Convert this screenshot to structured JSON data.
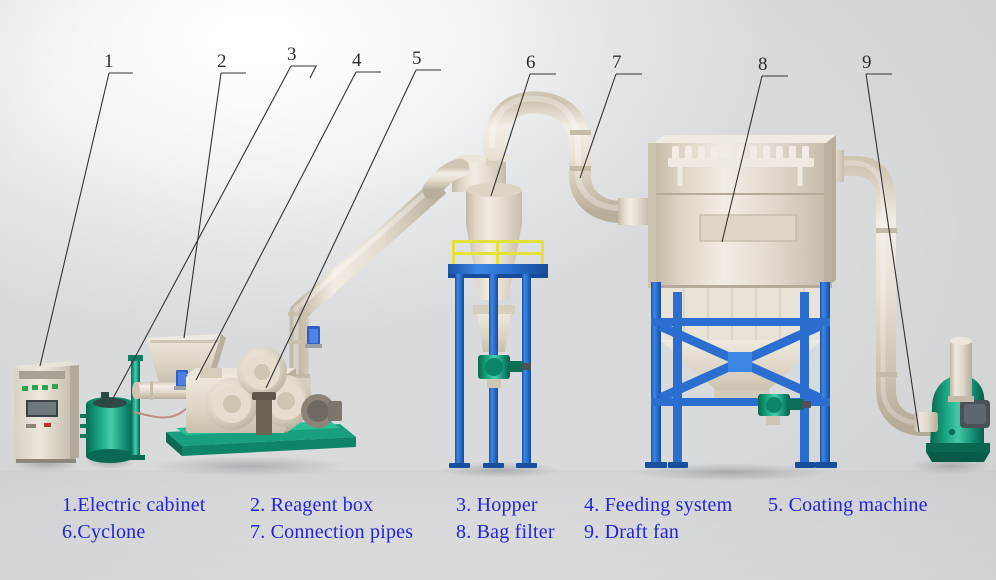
{
  "scene": {
    "title": "Coating machine production line flow diagram",
    "background_color": "#e6e7e9",
    "floor_color": "#d9dbdc"
  },
  "palette": {
    "label_blue": "#2323dc",
    "leader_line": "#2e2e2e",
    "equipment_beige": "#e6dfd2",
    "frame_blue": "#2a6fd0",
    "machine_green": "#17a781",
    "railing_yellow": "#e3e23a",
    "motor_blue": "#2d5fc8"
  },
  "callouts": [
    {
      "id": "1",
      "number": "1",
      "target": "electric-cabinet"
    },
    {
      "id": "2",
      "number": "2",
      "target": "reagent-box"
    },
    {
      "id": "3",
      "number": "3",
      "target": "hopper"
    },
    {
      "id": "4",
      "number": "4",
      "target": "feeding-system"
    },
    {
      "id": "5",
      "number": "5",
      "target": "coating-machine"
    },
    {
      "id": "6",
      "number": "6",
      "target": "cyclone"
    },
    {
      "id": "7",
      "number": "7",
      "target": "connection-pipes"
    },
    {
      "id": "8",
      "number": "8",
      "target": "bag-filter"
    },
    {
      "id": "9",
      "number": "9",
      "target": "draft-fan"
    }
  ],
  "legend": {
    "row1": [
      {
        "text": "1.Electric cabinet"
      },
      {
        "text": "2. Reagent box"
      },
      {
        "text": "3. Hopper"
      },
      {
        "text": "4. Feeding system"
      },
      {
        "text": "5. Coating machine"
      }
    ],
    "row2": [
      {
        "text": "6.Cyclone"
      },
      {
        "text": "7. Connection pipes"
      },
      {
        "text": "8. Bag filter"
      },
      {
        "text": "9. Draft fan"
      }
    ]
  },
  "equipment": [
    {
      "name": "electric-cabinet",
      "label": "Electric cabinet"
    },
    {
      "name": "reagent-box",
      "label": "Reagent box"
    },
    {
      "name": "hopper",
      "label": "Hopper"
    },
    {
      "name": "feeding-system",
      "label": "Feeding system"
    },
    {
      "name": "coating-machine",
      "label": "Coating machine"
    },
    {
      "name": "cyclone",
      "label": "Cyclone"
    },
    {
      "name": "connection-pipes",
      "label": "Connection pipes"
    },
    {
      "name": "bag-filter",
      "label": "Bag filter"
    },
    {
      "name": "draft-fan",
      "label": "Draft fan"
    }
  ]
}
